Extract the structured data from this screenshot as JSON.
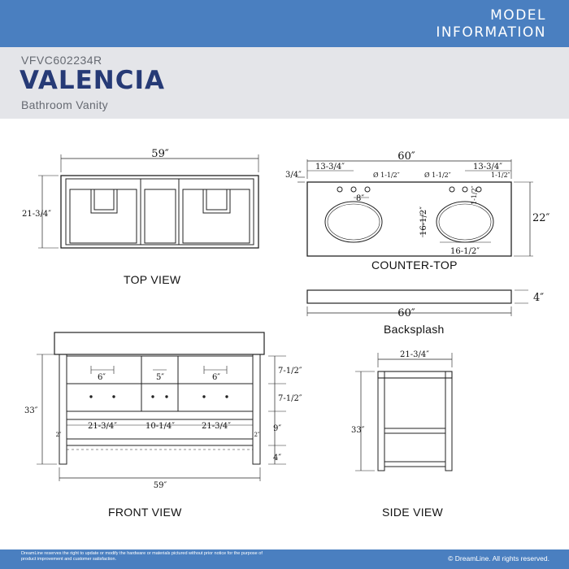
{
  "header": {
    "model_label_line1": "MODEL",
    "model_label_line2": "INFORMATION",
    "sku": "VFVC602234R",
    "name": "VALENCIA",
    "subtitle": "Bathroom Vanity"
  },
  "views": {
    "top_view": "TOP VIEW",
    "counter_top": "COUNTER-TOP",
    "backsplash": "Backsplash",
    "front_view": "FRONT VIEW",
    "side_view": "SIDE VIEW"
  },
  "dims": {
    "top_width": "59″",
    "top_depth": "21-3/4″",
    "ct_width": "60″",
    "ct_depth": "22″",
    "ct_edge": "3/4″",
    "ct_left_offset": "13-3/4″",
    "ct_right_offset": "13-3/4″",
    "ct_hole_left": "Ø 1-1/2″",
    "ct_hole_right": "Ø 1-1/2″",
    "ct_hole_small": "1-1/2″",
    "ct_faucet_spacing": "8″",
    "ct_sink_height": "16-1/2″",
    "ct_sink_width": "16-1/2″",
    "ct_sink_offset": "1-1/2″",
    "bs_width": "60″",
    "bs_height": "4″",
    "front_height": "33″",
    "front_width": "59″",
    "front_drawer_gap_left": "6″",
    "front_drawer_gap_mid": "5″",
    "front_drawer_gap_right": "6″",
    "front_drawer1": "7-1/2″",
    "front_drawer2": "7-1/2″",
    "front_shelf": "9″",
    "front_base": "4″",
    "front_left_w": "21-3/4″",
    "front_mid_w": "10-1/4″",
    "front_right_w": "21-3/4″",
    "front_leg_left": "2″",
    "front_leg_right": "2″",
    "side_depth": "21-3/4″",
    "side_height": "33″"
  },
  "footer": {
    "disclaimer": "DreamLine reserves the right to update or modify the hardware or materials pictured without prior notice for the purpose of product improvement and customer satisfaction.",
    "copyright": "© DreamLine. All rights reserved."
  },
  "colors": {
    "header_blue": "#4a7fc0",
    "title_navy": "#263a76",
    "header_gray": "#e4e5e9"
  }
}
